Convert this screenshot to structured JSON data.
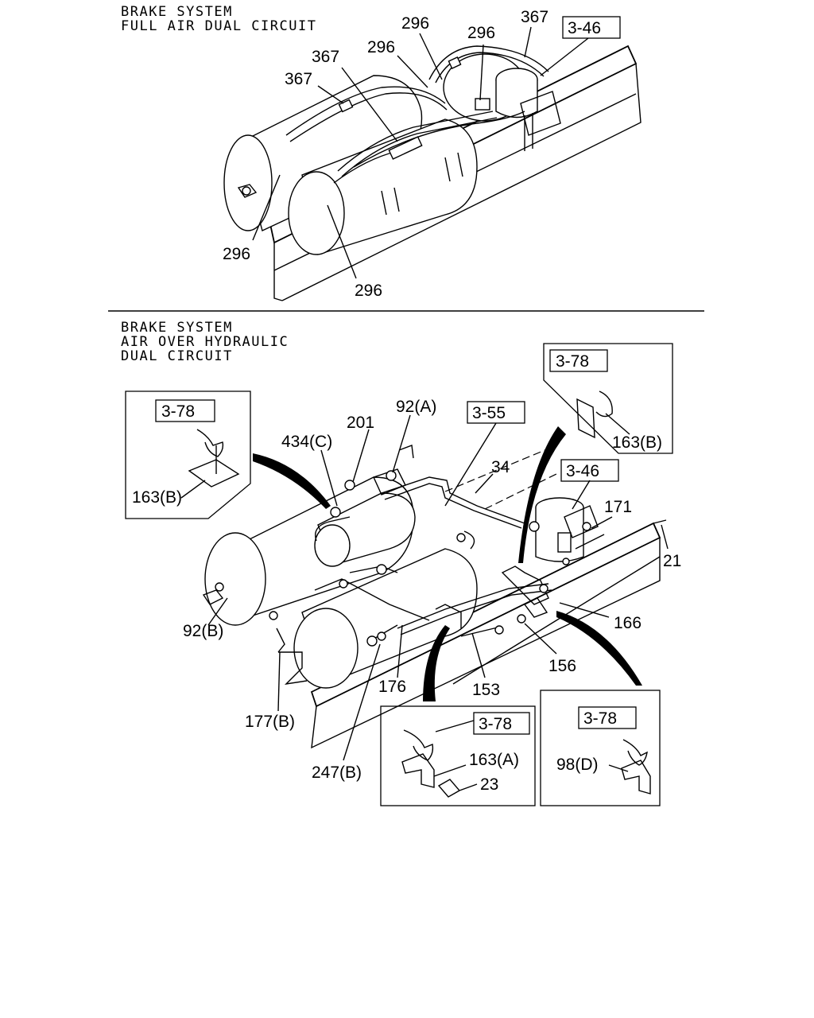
{
  "top_section": {
    "title_line1": "BRAKE SYSTEM",
    "title_line2": "FULL AIR DUAL CIRCUIT",
    "ref_box": "3-46",
    "labels": [
      "296",
      "367",
      "296",
      "296",
      "367",
      "367",
      "296",
      "296"
    ]
  },
  "bottom_section": {
    "title_line1": "BRAKE SYSTEM",
    "title_line2": "AIR OVER HYDRAULIC",
    "title_line3": "DUAL CIRCUIT",
    "ref_boxes": {
      "top_right_detail": "3-78",
      "top_left_detail": "3-78",
      "main_a": "3-55",
      "main_b": "3-46",
      "bottom_center_detail": "3-78",
      "bottom_right_detail": "3-78"
    },
    "labels": {
      "p201": "201",
      "p92a": "92(A)",
      "p434c": "434(C)",
      "p163b_left": "163(B)",
      "p163b_right": "163(B)",
      "p34": "34",
      "p171": "171",
      "p21": "21",
      "p92b": "92(B)",
      "p166": "166",
      "p156": "156",
      "p176": "176",
      "p153": "153",
      "p177b": "177(B)",
      "p247b": "247(B)",
      "p163a": "163(A)",
      "p23": "23",
      "p98d": "98(D)"
    }
  }
}
